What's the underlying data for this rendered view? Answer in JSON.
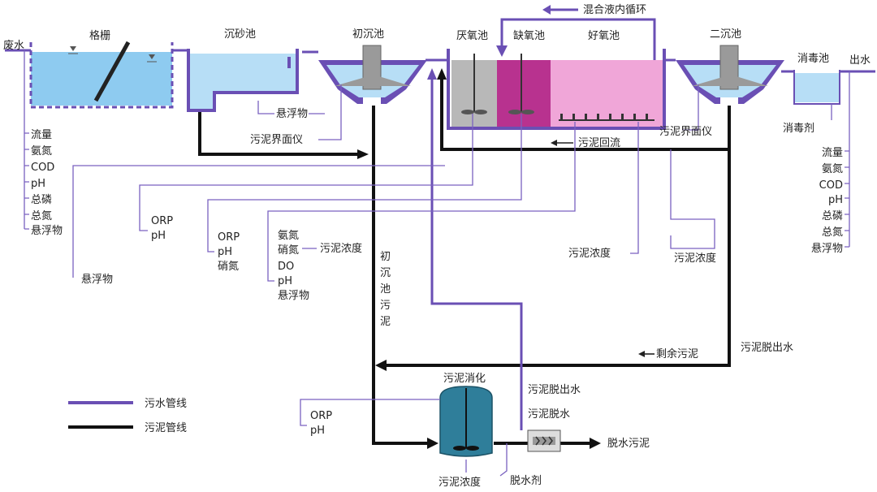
{
  "colors": {
    "wastewater_pipe": "#6a4fb4",
    "sludge_pipe": "#111111",
    "water": "#8ecbf0",
    "anaerobic": "#b8b8b8",
    "anoxic": "#b8328f",
    "aerobic": "#f0a6d8",
    "digester": "#2f7e9a"
  },
  "units": {
    "inlet": "废水",
    "screen": "格栅",
    "grit": "沉砂池",
    "primary": "初沉池",
    "anaerobic": "厌氧池",
    "anoxic": "缺氧池",
    "aerobic": "好氧池",
    "secondary": "二沉池",
    "disinfection": "消毒池",
    "outlet": "出水",
    "digestion": "污泥消化"
  },
  "flows": {
    "internal_recycle": "混合液内循环",
    "sludge_return": "污泥回流",
    "excess_sludge": "剩余污泥",
    "dewatered_sludge": "脱水污泥",
    "dewatering": "污泥脱水",
    "filtrate_mid": "污泥脱出水",
    "filtrate_right": "污泥脱出水",
    "primary_sludge": [
      "初",
      "沉",
      "池",
      "污",
      "泥"
    ]
  },
  "instruments": {
    "inlet_params": [
      "流量",
      "氨氮",
      "COD",
      "pH",
      "总磷",
      "总氮",
      "悬浮物"
    ],
    "outlet_params": [
      "流量",
      "氨氮",
      "COD",
      "pH",
      "总磷",
      "总氮",
      "悬浮物"
    ],
    "grit_ss": "悬浮物",
    "primary_ss": "悬浮物",
    "primary_interface": "污泥界面仪",
    "secondary_interface": "污泥界面仪",
    "anaerobic_params": [
      "ORP",
      "pH"
    ],
    "anoxic_params": [
      "ORP",
      "pH",
      "硝氮"
    ],
    "aerobic_params": [
      "氨氮",
      "硝氮",
      "DO",
      "pH",
      "悬浮物"
    ],
    "aerobic_conc": "污泥浓度",
    "return_conc": "污泥浓度",
    "secondary_conc": "污泥浓度",
    "disinfectant": "消毒剂",
    "digester_params": [
      "ORP",
      "pH"
    ],
    "digester_conc": "污泥浓度",
    "dewatering_agent": "脱水剂"
  },
  "legend": {
    "wastewater": "污水管线",
    "sludge": "污泥管线"
  }
}
